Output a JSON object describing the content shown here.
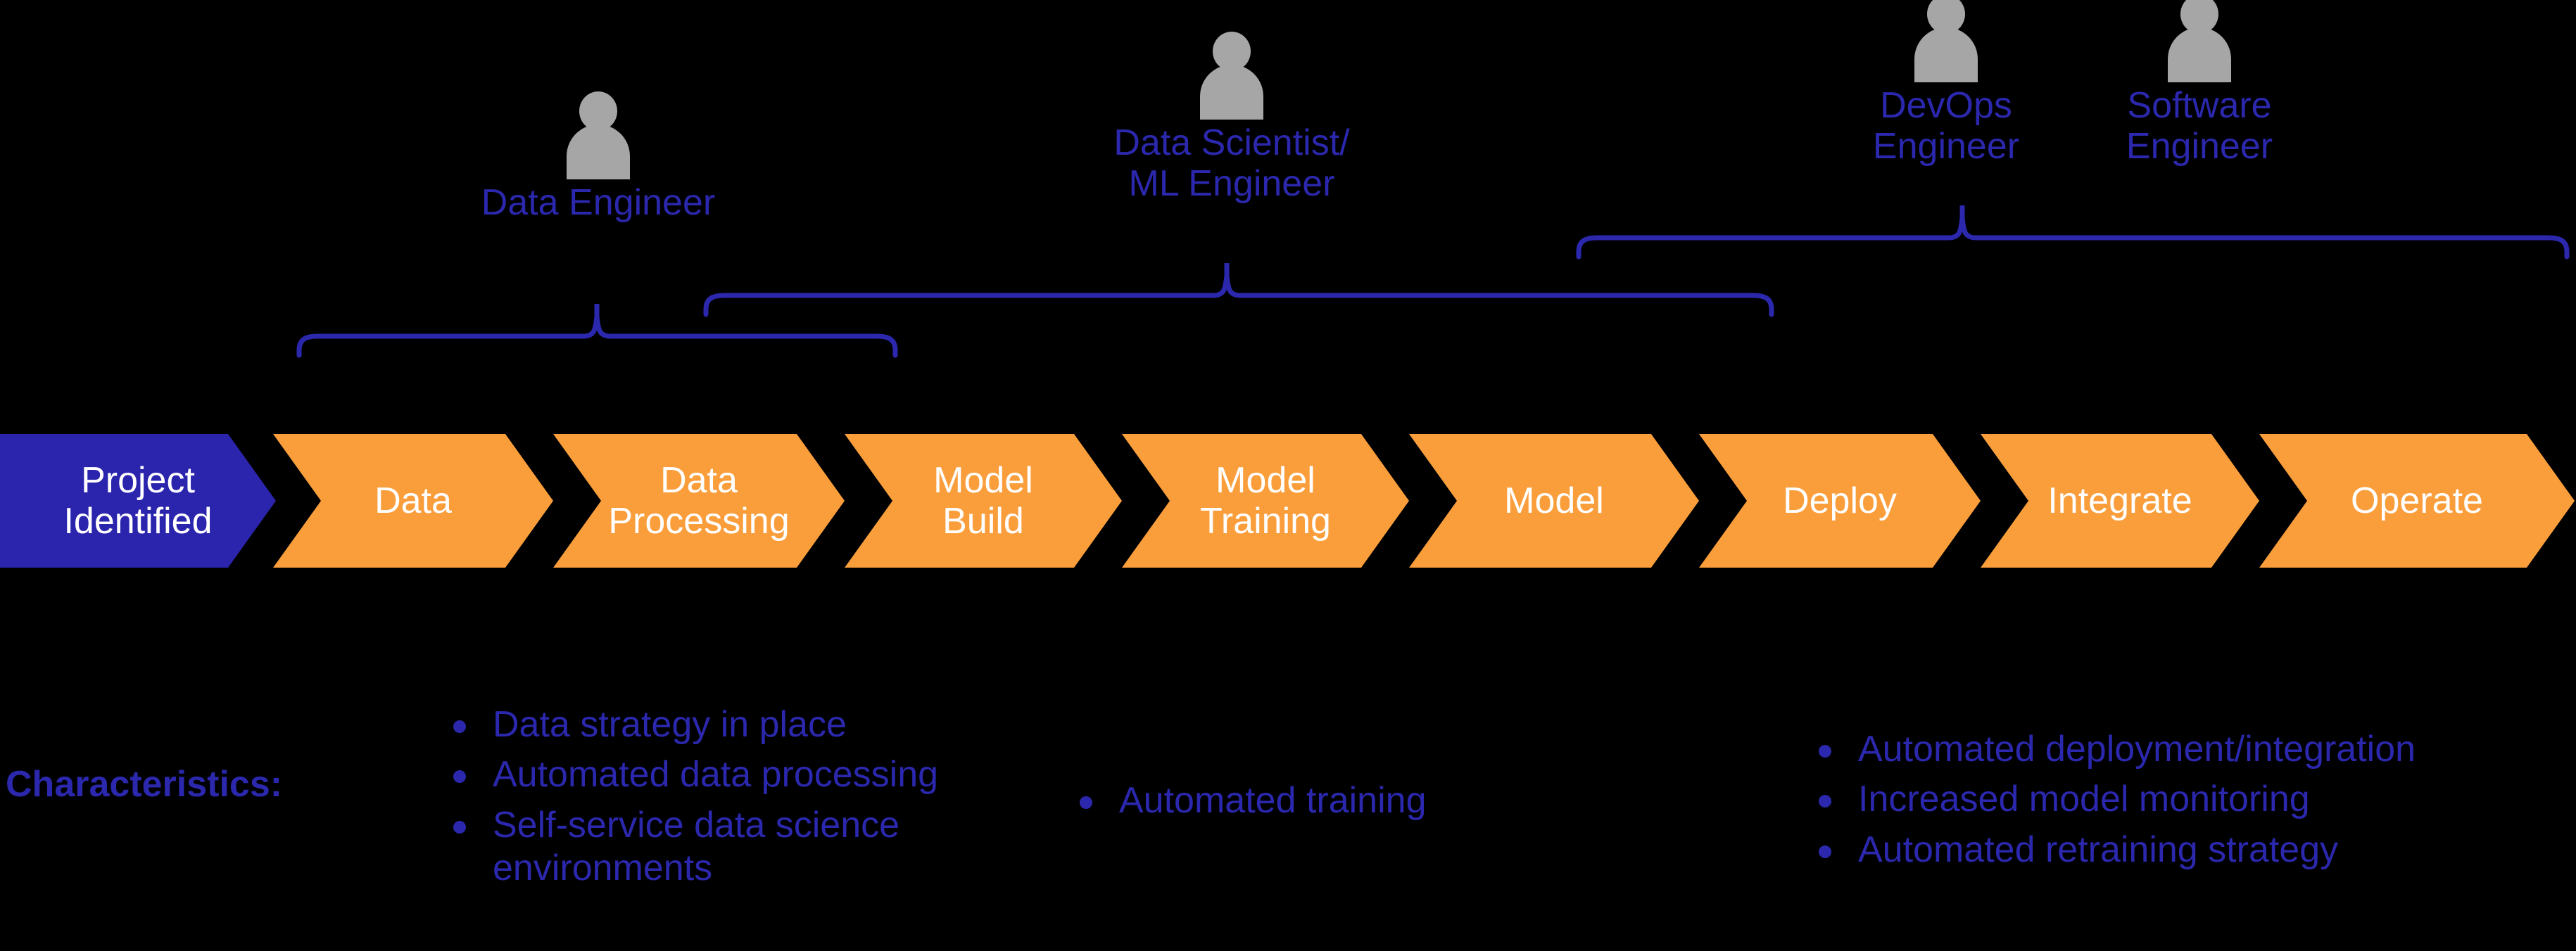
{
  "colors": {
    "background": "#000000",
    "brand_blue": "#2B28AE",
    "chevron_start_fill": "#2B25AE",
    "chevron_step_fill": "#FA9E3C",
    "chevron_text": "#FFFFFF",
    "person_icon": "#A6A6A6"
  },
  "roles": [
    {
      "id": "data-engineer",
      "label": "Data Engineer",
      "icon": "person-icon"
    },
    {
      "id": "data-scientist",
      "label": "Data Scientist/\nML Engineer",
      "icon": "person-icon"
    },
    {
      "id": "devops-engineer",
      "label": "DevOps\nEngineer",
      "icon": "person-icon"
    },
    {
      "id": "software-engineer",
      "label": "Software\nEngineer",
      "icon": "person-icon"
    }
  ],
  "pipeline": {
    "stages": [
      {
        "id": "project-identified",
        "label": "Project\nIdentified",
        "type": "start"
      },
      {
        "id": "data",
        "label": "Data",
        "type": "step"
      },
      {
        "id": "data-processing",
        "label": "Data\nProcessing",
        "type": "step"
      },
      {
        "id": "model-build",
        "label": "Model\nBuild",
        "type": "step"
      },
      {
        "id": "model-training",
        "label": "Model\nTraining",
        "type": "step"
      },
      {
        "id": "model",
        "label": "Model",
        "type": "step"
      },
      {
        "id": "deploy",
        "label": "Deploy",
        "type": "step"
      },
      {
        "id": "integrate",
        "label": "Integrate",
        "type": "step"
      },
      {
        "id": "operate",
        "label": "Operate",
        "type": "step"
      }
    ]
  },
  "characteristics": {
    "label": "Characteristics:",
    "groups": [
      {
        "id": "data-engineer-characteristics",
        "items": [
          "Data strategy in place",
          "Automated data processing",
          "Self-service data science environments"
        ]
      },
      {
        "id": "data-scientist-characteristics",
        "items": [
          "Automated training"
        ]
      },
      {
        "id": "devops-characteristics",
        "items": [
          "Automated deployment/integration",
          "Increased model monitoring",
          "Automated retraining strategy"
        ]
      }
    ]
  }
}
